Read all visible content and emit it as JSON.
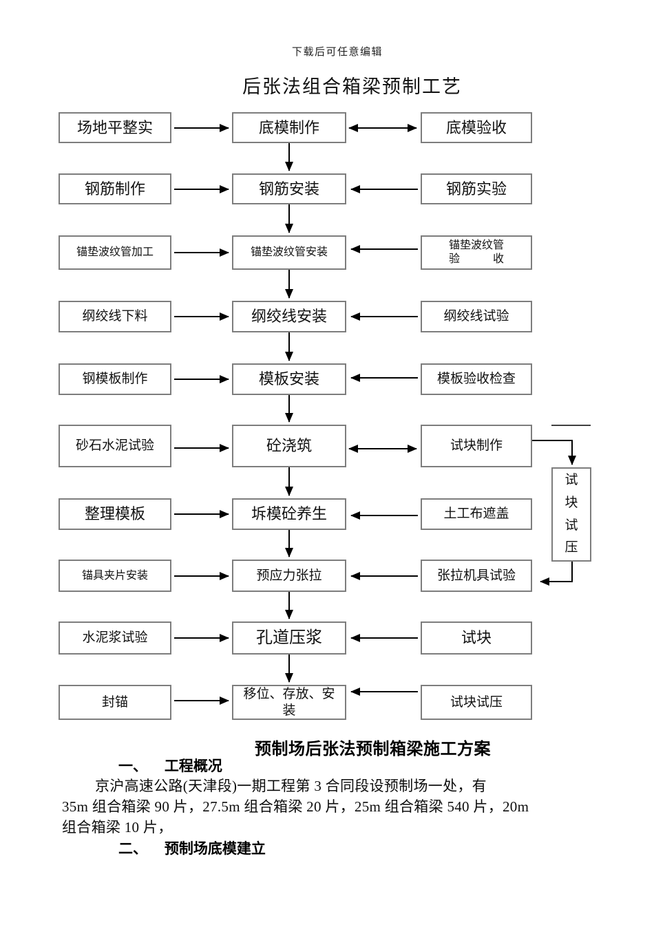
{
  "page": {
    "watermark": "下载后可任意编辑",
    "title": "后张法组合箱梁预制工艺"
  },
  "flowchart": {
    "rows": [
      {
        "left": "场地平整实",
        "center": "底模制作",
        "right": "底模验收"
      },
      {
        "left": "钢筋制作",
        "center": "钢筋安装",
        "right": "钢筋实验"
      },
      {
        "left": "锚垫波纹管加工",
        "center": "锚垫波纹管安装",
        "right": "锚垫波纹管\n验　　　收"
      },
      {
        "left": "纲绞线下料",
        "center": "纲绞线安装",
        "right": "纲绞线试验"
      },
      {
        "left": "钢模板制作",
        "center": "模板安装",
        "right": "模板验收检查"
      },
      {
        "left": "砂石水泥试验",
        "center": "砼浇筑",
        "right": "试块制作"
      },
      {
        "left": "整理模板",
        "center": "坼模砼养生",
        "right": "土工布遮盖"
      },
      {
        "left": "锚具夹片安装",
        "center": "预应力张拉",
        "right": "张拉机具试验"
      },
      {
        "left": "水泥浆试验",
        "center": "孔道压浆",
        "right": "试块"
      },
      {
        "left": "封锚",
        "center": "移位、存放、安\n装",
        "right": "试块试压"
      }
    ],
    "side_box": "试块试压"
  },
  "section": {
    "heading": "预制场后张法预制箱梁施工方案",
    "items": [
      {
        "no": "一、",
        "title": "工程概况"
      },
      {
        "no": "二、",
        "title": "预制场底模建立"
      }
    ],
    "paragraph_lines": [
      "京沪高速公路(天津段)一期工程第 3 合同段设预制场一处，有",
      "35m 组合箱梁 90 片，27.5m 组合箱梁 20 片，25m 组合箱梁 540 片，20m",
      "组合箱梁 10 片，"
    ]
  }
}
